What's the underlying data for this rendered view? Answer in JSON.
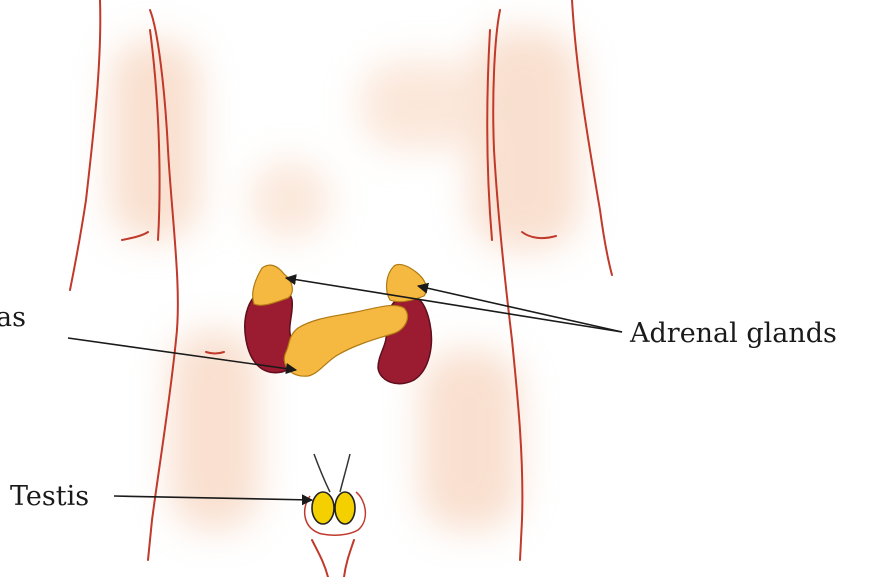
{
  "labels": {
    "adrenal": "Adrenal glands",
    "pancreas": "as",
    "testis": "Testis"
  },
  "colors": {
    "skin_outline": "#c0392b",
    "skin_tint": "#f4c6a8",
    "kidney": "#9b1b30",
    "gland": "#f5b841",
    "testis": "#f4d000",
    "ink": "#1a1a1a"
  }
}
